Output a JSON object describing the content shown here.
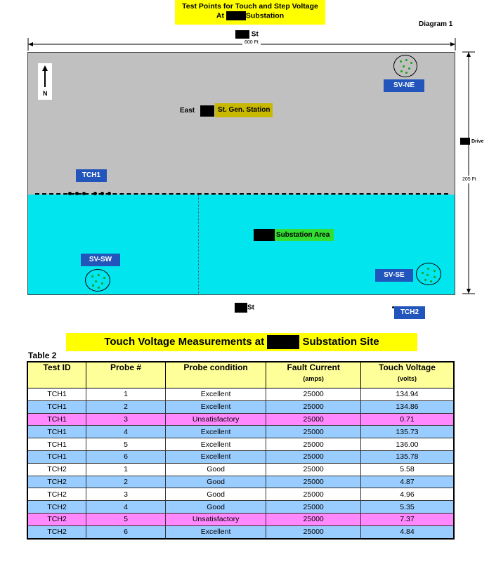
{
  "header": {
    "title_line1": "Test Points for Touch and Step Voltage",
    "title_prefix": "At",
    "title_suffix": "Substation",
    "diagram_label": "Diagram 1"
  },
  "site_map": {
    "north_street": "St",
    "width_label": "600 Ft",
    "height_label": "205 Ft",
    "drive_label": "Drive",
    "north_arrow_label": "N",
    "gen_station_prefix": "East",
    "gen_station_label": "St. Gen. Station",
    "substation_label": "Substation Area",
    "south_street": "St",
    "test_points": {
      "tch1": "TCH1",
      "tch2": "TCH2",
      "sv_ne": "SV-NE",
      "sv_sw": "SV-SW",
      "sv_se": "SV-SE"
    }
  },
  "table_section": {
    "title_prefix": "Touch Voltage Measurements at",
    "title_suffix": "Substation Site",
    "table_label": "Table 2",
    "columns": [
      "Test ID",
      "Probe #",
      "Probe condition",
      "Fault Current",
      "Touch Voltage"
    ],
    "column_units": [
      "",
      "",
      "",
      "(amps)",
      "(volts)"
    ],
    "rows": [
      [
        "TCH1",
        "1",
        "Excellent",
        "25000",
        "134.94"
      ],
      [
        "TCH1",
        "2",
        "Excellent",
        "25000",
        "134.86"
      ],
      [
        "TCH1",
        "3",
        "Unsatisfactory",
        "25000",
        "0.71"
      ],
      [
        "TCH1",
        "4",
        "Excellent",
        "25000",
        "135.73"
      ],
      [
        "TCH1",
        "5",
        "Excellent",
        "25000",
        "136.00"
      ],
      [
        "TCH1",
        "6",
        "Excellent",
        "25000",
        "135.78"
      ],
      [
        "TCH2",
        "1",
        "Good",
        "25000",
        "5.58"
      ],
      [
        "TCH2",
        "2",
        "Good",
        "25000",
        "4.87"
      ],
      [
        "TCH2",
        "3",
        "Good",
        "25000",
        "4.96"
      ],
      [
        "TCH2",
        "4",
        "Good",
        "25000",
        "5.35"
      ],
      [
        "TCH2",
        "5",
        "Unsatisfactory",
        "25000",
        "7.37"
      ],
      [
        "TCH2",
        "6",
        "Excellent",
        "25000",
        "4.84"
      ]
    ],
    "row_styles": [
      "white",
      "blue",
      "pink",
      "blue",
      "white",
      "blue",
      "white",
      "blue",
      "white",
      "blue",
      "pink",
      "blue"
    ]
  },
  "colors": {
    "title_bg": "#ffff00",
    "site_bg": "#c0c0c0",
    "substation_bg": "#00e5ee",
    "label_box": "#2255bb",
    "gen_station_tag": "#c8b800",
    "substation_tag": "#33dd33",
    "header_row": "#ffff99",
    "row_blue": "#99ccff",
    "row_pink": "#ff88ff"
  }
}
